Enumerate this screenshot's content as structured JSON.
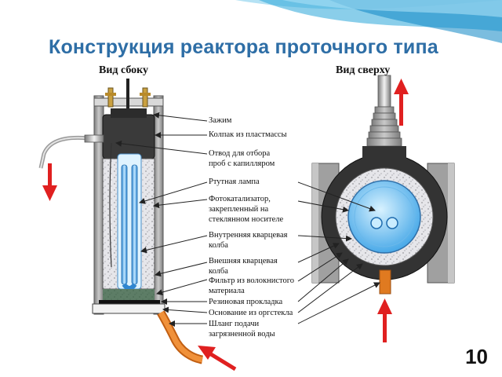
{
  "title": "Конструкция реактора проточного типа",
  "side_view_label": "Вид сбоку",
  "top_view_label": "Вид сверху",
  "labels": {
    "clamp": "Зажим",
    "plastic_cap_line": "Колпак из пластмассы",
    "sampling_1": "Отвод для отбора",
    "sampling_2": "проб с капилляром",
    "lamp": "Ртутная лампа",
    "photocat_1": "Фотокатализатор,",
    "photocat_2": "закрепленный на",
    "photocat_3": "стеклянном носителе",
    "inner_flask_1": "Внутренняя кварцевая",
    "inner_flask_2": "колба",
    "outer_flask_1": "Внешняя кварцевая",
    "outer_flask_2": "колба",
    "filter_1": "Фильтр из волокнистого",
    "filter_2": "материала",
    "gasket": "Резиновая прокладка",
    "base": "Основание из оргстекла",
    "hose_1": "Шланг подачи",
    "hose_2": "загрязненной воды"
  },
  "slide_number": "10",
  "colors": {
    "title": "#2e6ea6",
    "arrow": "#e02020",
    "lamp_blue": "#3f9fe0",
    "cap": "#3a3a3a",
    "hose": "#e07a20",
    "frame_gray": "#8a8a8a",
    "wave": "#1fa3d8"
  }
}
